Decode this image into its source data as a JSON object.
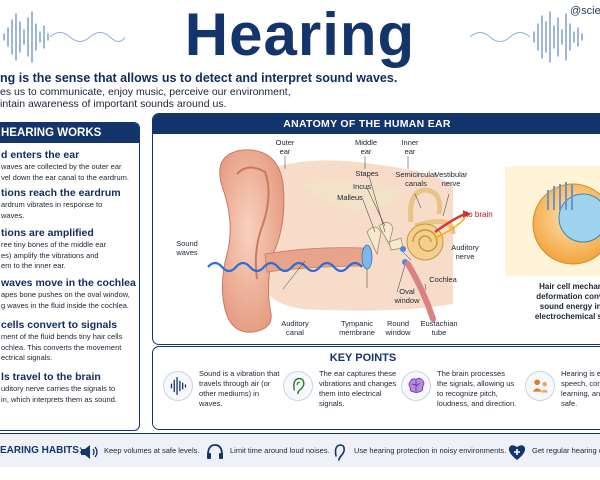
{
  "header": {
    "title": "Hearing",
    "brand": "@scien",
    "intro_line1": "ng is the sense that allows us to detect and interpret sound waves.",
    "intro_line2": "es us to communicate, enjoy music, perceive our environment,",
    "intro_line3": "intain awareness of important sounds around us."
  },
  "how_it_works": {
    "title": "HEARING WORKS",
    "steps": [
      {
        "title": "d enters the ear",
        "desc1": "waves are collected by the outer ear",
        "desc2": "vel down the ear canal to the eardrum."
      },
      {
        "title": "tions reach the eardrum",
        "desc1": "ardrum vibrates in response to",
        "desc2": "waves."
      },
      {
        "title": "tions are amplified",
        "desc1": "ree tiny bones of the middle ear",
        "desc2": "es) amplify the vibrations and",
        "desc3": "em to the inner ear."
      },
      {
        "title": "waves move in the cochlea",
        "desc1": "apes bone pushes on the oval window,",
        "desc2": "g waves in the fluid inside the cochlea."
      },
      {
        "title": "cells convert to signals",
        "desc1": "ment of the fluid bends tiny hair cells",
        "desc2": "ochlea. This converts the movement",
        "desc3": "ectrical signals."
      },
      {
        "title": "ls travel to the brain",
        "desc1": "uditory nerve carries the signals to",
        "desc2": "in, which interprets them as sound."
      }
    ]
  },
  "anatomy": {
    "title": "ANATOMY OF THE HUMAN EAR",
    "labels": {
      "outer_ear": "Outer\near",
      "middle_ear": "Middle\near",
      "inner_ear": "Inner\near",
      "stapes": "Stapes",
      "incus": "Incus",
      "malleus": "Malleus",
      "semicircular": "Semicircular\ncanals",
      "vestibular": "Vestibular\nnerve",
      "to_brain": "to brain",
      "sound_waves": "Sound\nwaves",
      "auditory_nerve": "Auditory\nnerve",
      "cochlea": "Cochlea",
      "oval_window": "Oval\nwindow",
      "auditory_canal": "Auditory\ncanal",
      "tympanic": "Tympanic\nmembrane",
      "round_window": "Round\nwindow",
      "eustachian": "Eustachian\ntube"
    },
    "hair_caption": "Hair cell mechani\ndeformation conve\nsound energy int\nelectrochemical sig"
  },
  "key_points": {
    "title": "KEY POINTS",
    "items": [
      {
        "icon": "sound-wave-icon",
        "l1": "Sound is a vibration that",
        "l2": "travels through air (or",
        "l3": "other mediums) in waves."
      },
      {
        "icon": "ear-icon",
        "l1": "The ear captures these",
        "l2": "vibrations and changes",
        "l3": "them into electrical",
        "l4": "signals."
      },
      {
        "icon": "brain-icon",
        "l1": "The brain processes",
        "l2": "the signals, allowing us",
        "l3": "to recognize pitch,",
        "l4": "loudness, and direction."
      },
      {
        "icon": "people-icon",
        "l1": "Hearing is ess",
        "l2": "speech, comm",
        "l3": "learning, and",
        "l4": "safe."
      }
    ]
  },
  "habits": {
    "title": "EARING HABITS:",
    "items": [
      {
        "icon": "speaker-icon",
        "text": "Keep volumes at safe levels."
      },
      {
        "icon": "headphones-icon",
        "text": "Limit time around loud noises."
      },
      {
        "icon": "ear-icon",
        "text": "Use hearing protection in noisy environments."
      },
      {
        "icon": "heart-plus-icon",
        "text": "Get regular hearing ch"
      }
    ]
  },
  "colors": {
    "navy": "#14356b",
    "skin": "#f2b9a0",
    "red": "#c62828",
    "wave": "#2b6fd6",
    "purple": "#7a3fb4",
    "orange": "#e07a2a"
  }
}
